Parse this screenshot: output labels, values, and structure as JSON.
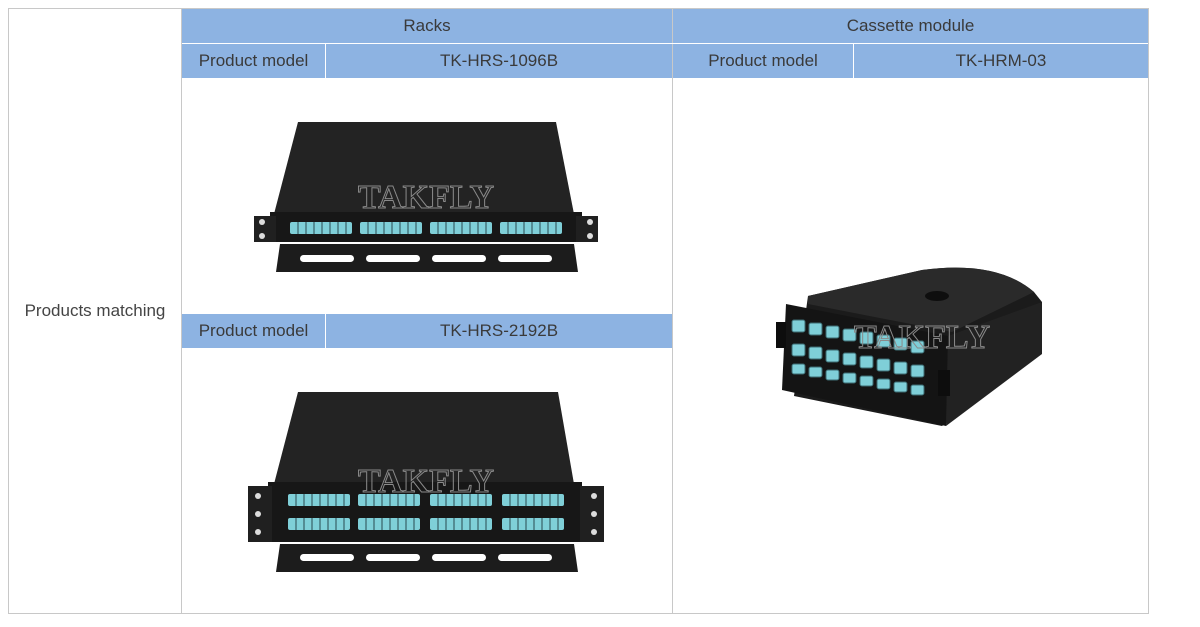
{
  "table": {
    "row_label": "Products matching",
    "racks_header": "Racks",
    "cassette_header": "Cassette module",
    "product_model_label": "Product model",
    "rack_model_1": "TK-HRS-1096B",
    "rack_model_2": "TK-HRS-2192B",
    "cassette_model": "TK-HRM-03"
  },
  "images": {
    "rack_1u_watermark": "TAKFLY",
    "rack_2u_watermark": "TAKFLY",
    "cassette_watermark": "TAKFLY",
    "rack_1u_icon": "fiber-rack-1u-icon",
    "rack_2u_icon": "fiber-rack-2u-icon",
    "cassette_icon": "mtp-cassette-icon"
  },
  "colors": {
    "header_blue": "#8db3e2",
    "grid_gray": "#c8c8c8",
    "port_aqua": "#7fcfd8",
    "device_black": "#1e1e1e"
  }
}
